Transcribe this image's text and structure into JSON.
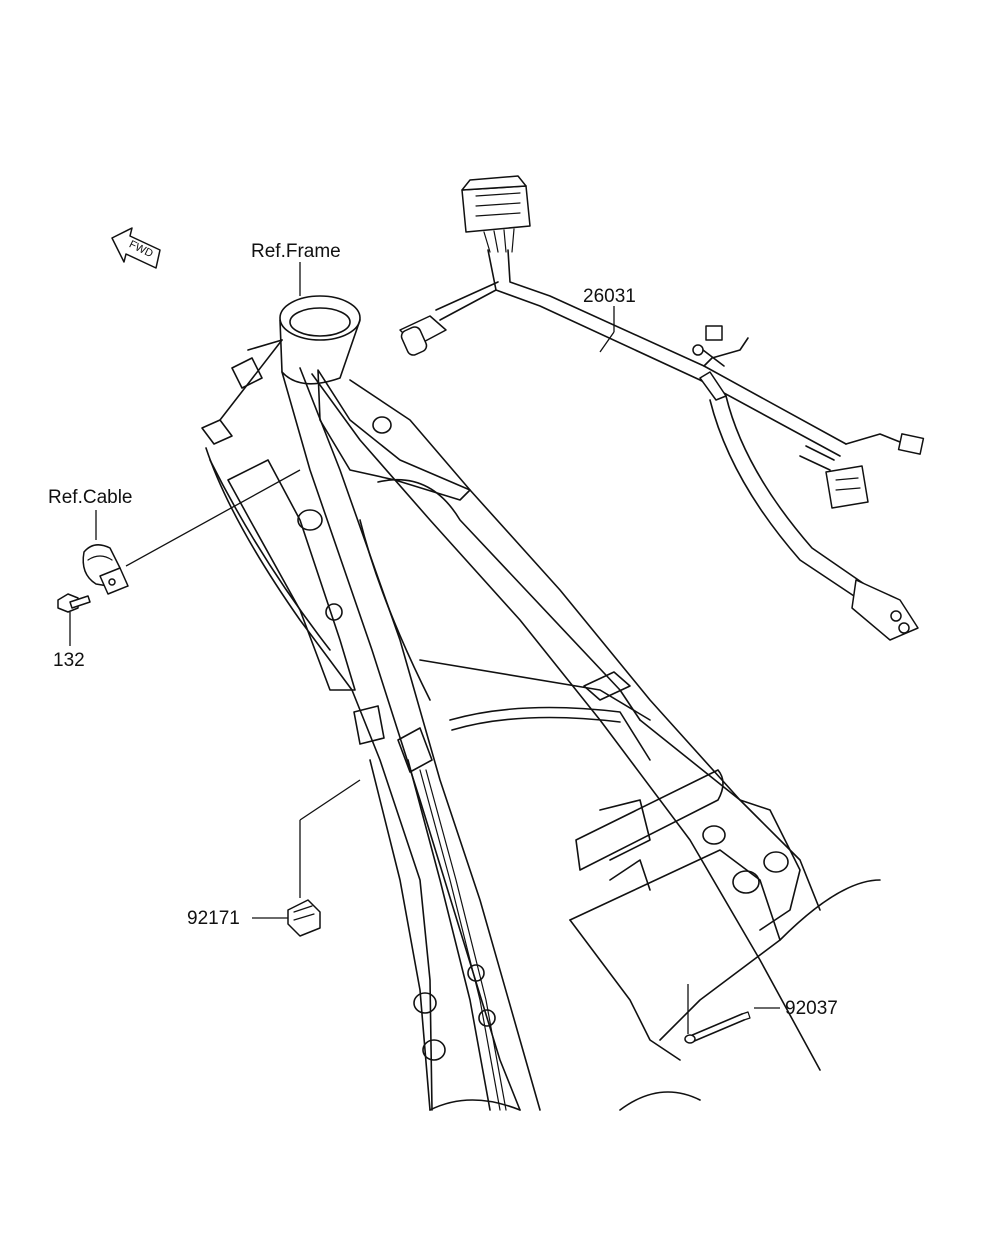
{
  "fwd_arrow": {
    "text": "FWD",
    "icon": "forward-direction-arrow-icon"
  },
  "callouts": {
    "ref_frame": "Ref.Frame",
    "harness": "26031",
    "ref_cable": "Ref.Cable",
    "bolt": "132",
    "clamp": "92171",
    "band": "92037"
  },
  "colors": {
    "line": "#111111",
    "background": "#ffffff"
  }
}
